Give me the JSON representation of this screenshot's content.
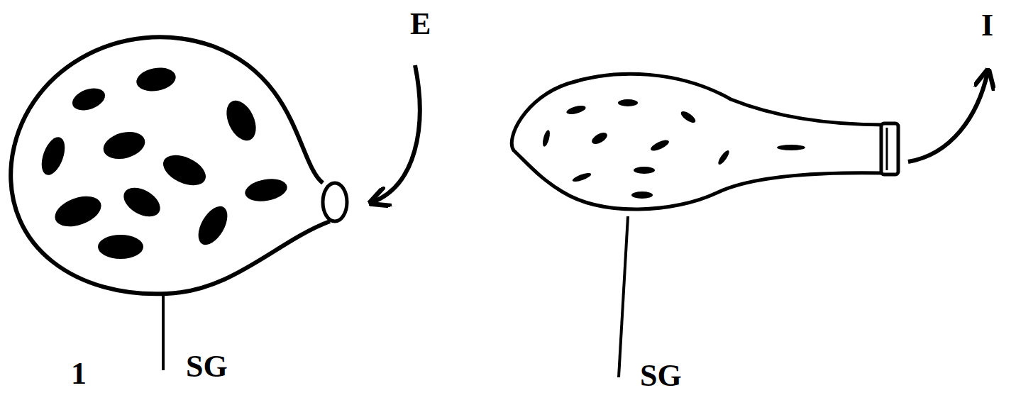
{
  "diagram": {
    "labels": [
      "E",
      "I",
      "1",
      "SG",
      "SG"
    ]
  }
}
